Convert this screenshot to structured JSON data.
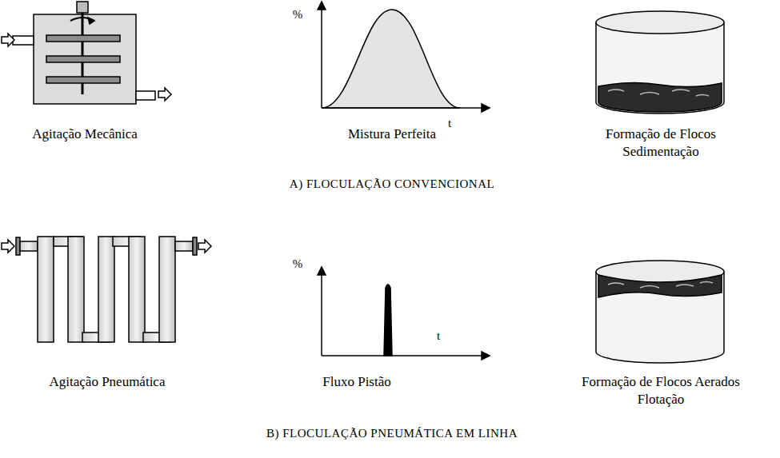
{
  "diagram": {
    "labels": [
      "Agitação Mecânica",
      "%",
      "t",
      "Mistura Perfeita",
      "Formação de Flocos",
      "Sedimentação",
      "A) FLOCULAÇÃO CONVENCIONAL",
      "Agitação Pneumática",
      "%",
      "t",
      "Fluxo Pistão",
      "Formação de Flocos Aerados",
      "Flotação",
      "B) FLOCULAÇÃO PNEUMÁTICA EM LINHA"
    ]
  }
}
